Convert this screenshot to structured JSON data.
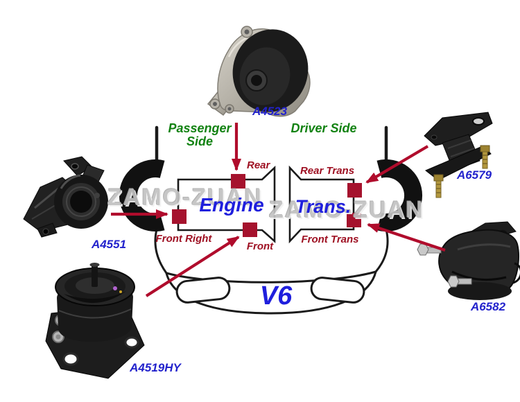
{
  "watermark": {
    "text": "ZAMO-ZUAN"
  },
  "side_labels": {
    "passenger": "Passenger Side",
    "driver": "Driver Side"
  },
  "component_labels": {
    "engine": "Engine",
    "transmission": "Trans.",
    "engine_type": "V6"
  },
  "mount_point_labels": {
    "rear": "Rear",
    "front_right": "Front Right",
    "front": "Front",
    "rear_trans": "Rear Trans",
    "front_trans": "Front Trans"
  },
  "part_numbers": {
    "rear_mount": "A4523",
    "front_right_mount": "A4551",
    "front_mount": "A4519HY",
    "rear_trans_mount": "A6579",
    "front_trans_mount": "A6582"
  },
  "colors": {
    "part_number_blue": "#2222cc",
    "component_blue": "#1f1fdd",
    "side_label_green": "#128212",
    "mount_label_red": "#9e1022",
    "mount_marker_red": "#a5122d",
    "arrow_red": "#b00c2c",
    "watermark_gray": "#c2c2c2",
    "outline_black": "#1a1a1a"
  }
}
